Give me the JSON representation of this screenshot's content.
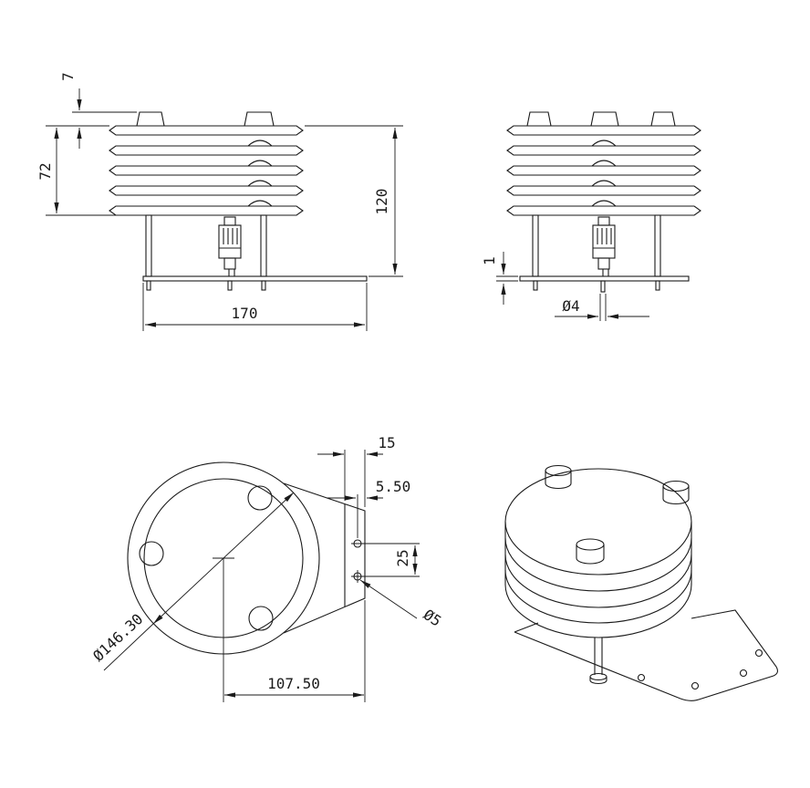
{
  "drawing": {
    "front_view": {
      "dim_cap_height": "7",
      "dim_stack_height": "72",
      "dim_total_height": "120",
      "dim_base_width": "170"
    },
    "side_view": {
      "dim_plate_thickness": "1",
      "dim_bolt_hole_diameter": "Ø4"
    },
    "top_view": {
      "dim_flange_width": "15",
      "dim_hole_edge_offset": "5.50",
      "dim_hole_spacing": "25",
      "dim_small_hole_diameter": "Ø5",
      "dim_outer_diameter": "Ø146.30",
      "dim_center_to_edge": "107.50"
    }
  }
}
